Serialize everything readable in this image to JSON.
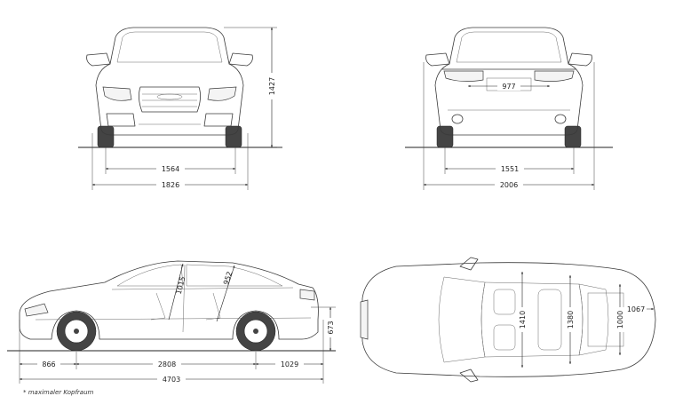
{
  "front_view": {
    "height": "1427",
    "track": "1564",
    "width": "1826"
  },
  "rear_view": {
    "trunk_opening": "977",
    "track": "1551",
    "width_with_mirrors": "2006"
  },
  "side_view": {
    "front_overhang": "866",
    "wheelbase": "2808",
    "rear_overhang": "1029",
    "length": "4703",
    "loading_sill_height": "673",
    "front_headroom": "1015",
    "rear_headroom": "952"
  },
  "top_view": {
    "front_shoulder_width": "1410",
    "rear_shoulder_width": "1380",
    "trunk_width": "1000",
    "trunk_length": "1067"
  },
  "footnote": "* maximaler Kopfraum"
}
